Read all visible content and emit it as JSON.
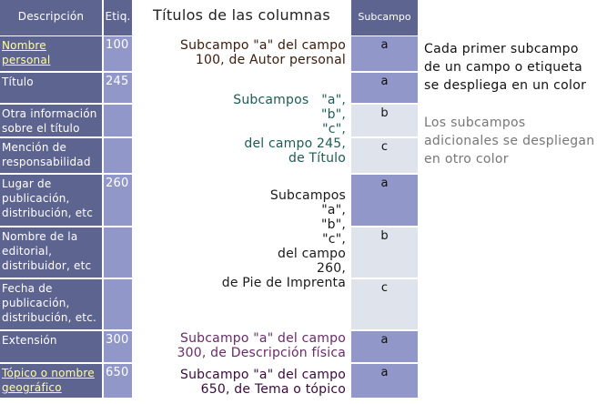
{
  "table": {
    "headers": {
      "description": "Descripción",
      "tag": "Etiq.",
      "subfield": "Subcampo"
    },
    "rows": [
      {
        "description": "Nombre personal",
        "description_lines": [
          "Nombre",
          "personal"
        ],
        "is_link": true,
        "tag": "100",
        "subfield": "a",
        "subfield_kind": "first"
      },
      {
        "description": "Título",
        "description_lines": [
          "Título"
        ],
        "is_link": false,
        "tag": "245",
        "subfield": "a",
        "subfield_kind": "first"
      },
      {
        "description": "Otra información sobre el título",
        "description_lines": [
          "Otra información",
          "sobre el título"
        ],
        "is_link": false,
        "tag": "",
        "subfield": "b",
        "subfield_kind": "other"
      },
      {
        "description": "Mención de responsabilidad",
        "description_lines": [
          "Mención de",
          "responsabilidad"
        ],
        "is_link": false,
        "tag": "",
        "subfield": "c",
        "subfield_kind": "other"
      },
      {
        "description": "Lugar de publicación, distribución, etc",
        "description_lines": [
          "Lugar de",
          "publicación,",
          "distribución, etc"
        ],
        "is_link": false,
        "tag": "260",
        "subfield": "a",
        "subfield_kind": "first"
      },
      {
        "description": "Nombre de la editorial, distribuidor, etc",
        "description_lines": [
          "Nombre de la",
          "editorial,",
          "distribuidor, etc"
        ],
        "is_link": false,
        "tag": "",
        "subfield": "b",
        "subfield_kind": "other"
      },
      {
        "description": "Fecha de publicación, distribución, etc.",
        "description_lines": [
          "Fecha de",
          "publicación,",
          "distribución, etc."
        ],
        "is_link": false,
        "tag": "",
        "subfield": "c",
        "subfield_kind": "other"
      },
      {
        "description": "Extensión",
        "description_lines": [
          "Extensión"
        ],
        "is_link": false,
        "tag": "300",
        "subfield": "a",
        "subfield_kind": "first"
      },
      {
        "description": "Tópico o nombre geográfico",
        "description_lines": [
          "Tópico o nombre",
          "geográfico"
        ],
        "is_link": true,
        "tag": "650",
        "subfield": "a",
        "subfield_kind": "first"
      }
    ]
  },
  "annotations": {
    "column_titles": "Títulos de las columnas",
    "field_100": {
      "lines": [
        "Subcampo \"a\" del campo",
        "100, de Autor personal"
      ],
      "color": "#3a1a0a"
    },
    "field_245": {
      "lines": [
        "Subcampos   \"a\",",
        "\"b\",",
        "\"c\",",
        "del campo 245,",
        "de Título"
      ],
      "color": "#1f5a55"
    },
    "field_260": {
      "lines": [
        "Subcampos",
        "\"a\",",
        "\"b\",",
        "\"c\",",
        "del campo",
        "260,",
        "de Pie de Imprenta"
      ],
      "color": "#1a1a1a"
    },
    "field_300": {
      "lines": [
        "Subcampo \"a\" del campo",
        "300, de Descripción física"
      ],
      "color": "#6a2a6a"
    },
    "field_650": {
      "lines": [
        "Subcampo \"a\" del campo",
        "650, de Tema o tópico"
      ],
      "color": "#3a0a3a"
    }
  },
  "legend": {
    "first": {
      "lines": [
        "Cada primer subcampo",
        "de un campo o etiqueta",
        "se despliega en un color"
      ],
      "color": "#111111"
    },
    "other": {
      "lines": [
        "Los subcampos",
        "adicionales se despliegan",
        "en otro color"
      ],
      "color": "#777777"
    }
  },
  "colors": {
    "header_bg": "#5e6490",
    "tag_bg": "#9197c9",
    "first_subfield_bg": "#9197c9",
    "other_subfield_bg": "#dfe4ec",
    "link": "#ffff99"
  }
}
